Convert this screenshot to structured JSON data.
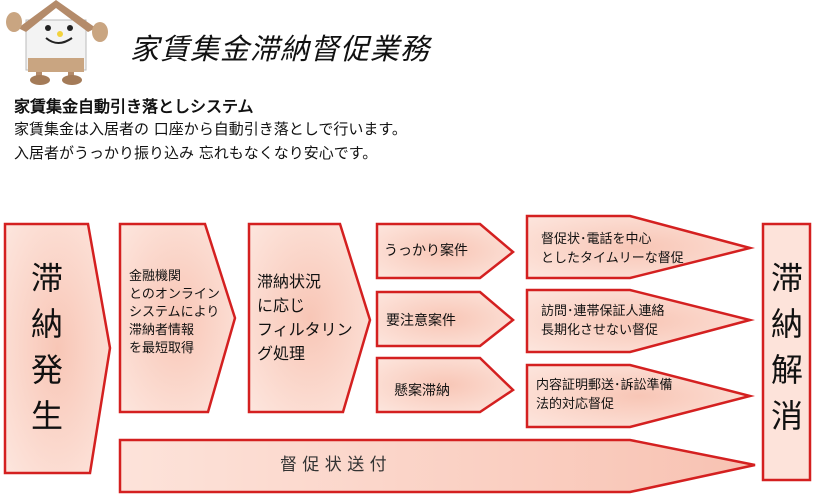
{
  "header": {
    "title": "家賃集金滞納督促業務",
    "subtitle": "家賃集金自動引き落としシステム",
    "lines": [
      "家賃集金は入居者の 口座から自動引き落としで行います。",
      "入居者がうっかり振り込み 忘れもなくなり安心です。"
    ]
  },
  "flow": {
    "start": "滞納発生",
    "step1": [
      "金融機関",
      "とのオンライン",
      "システムにより",
      "滞納者情報",
      "を最短取得"
    ],
    "step2": [
      "滞納状況",
      "に応じ",
      "フィルタリン",
      "グ処理"
    ],
    "cases": [
      {
        "label": "うっかり案件",
        "action": [
          "督促状･電話を中心",
          "としたタイムリーな督促"
        ]
      },
      {
        "label": "要注意案件",
        "action": [
          "訪問･連帯保証人連絡",
          "長期化させない督促"
        ]
      },
      {
        "label": "懸案滞納",
        "action": [
          "内容証明郵送･訴訟準備",
          "法的対応督促"
        ]
      }
    ],
    "bottom": "督 促 状 送 付",
    "end": "滞納解消"
  },
  "colors": {
    "border": "#d42020",
    "fill": "#fbd8cc"
  }
}
